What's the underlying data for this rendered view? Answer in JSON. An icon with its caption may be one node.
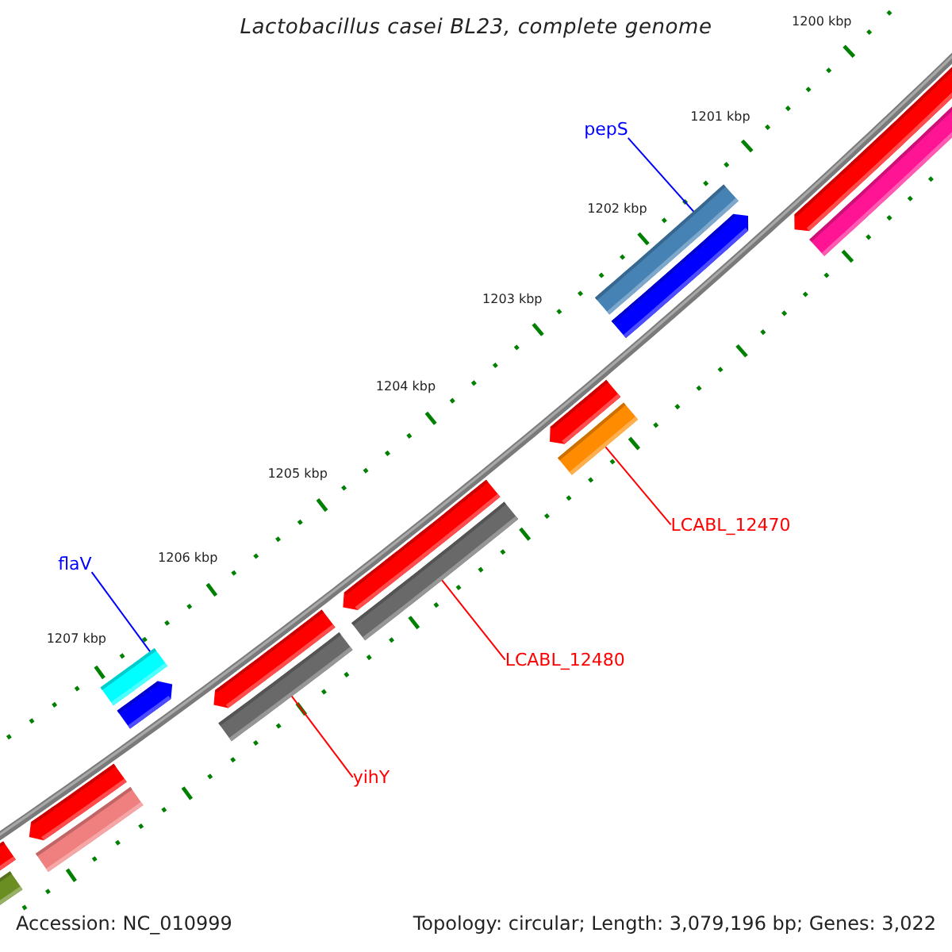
{
  "diagram": {
    "title": "Lactobacillus casei BL23, complete genome",
    "nodes": [
      {
        "text": [],
        "shape": "arrow"
      },
      {
        "text": [],
        "shape": "bar"
      },
      {
        "text": [
          "pepS"
        ]
      },
      {
        "text": [],
        "shape": "bar"
      },
      {
        "text": [],
        "shape": "arrow"
      },
      {
        "text": [],
        "shape": "arrow"
      },
      {
        "text": [],
        "shape": "bar"
      },
      {
        "text": [],
        "shape": "arrow"
      },
      {
        "text": [],
        "shape": "bar"
      },
      {
        "text": [
          "LCABL_12470"
        ]
      },
      {
        "text": [
          "flaV"
        ]
      },
      {
        "text": [],
        "shape": "arrow"
      },
      {
        "text": [],
        "shape": "bar"
      },
      {
        "text": [
          "LCABL_12480"
        ]
      },
      {
        "text": [],
        "shape": "bar"
      },
      {
        "text": [],
        "shape": "arrow"
      },
      {
        "text": [
          "yihY"
        ]
      },
      {
        "text": [],
        "shape": "arrow"
      },
      {
        "text": [],
        "shape": "bar"
      },
      {
        "text": [],
        "shape": "arrow"
      },
      {
        "text": [],
        "shape": "bar"
      }
    ],
    "edges": [
      {
        "from": 2,
        "to": 3,
        "arrow": "none",
        "color": "#0000ff"
      },
      {
        "from": 9,
        "to": 6,
        "arrow": "none"
      },
      {
        "from": 10,
        "to": 14,
        "arrow": "none",
        "color": "#0000ff"
      },
      {
        "from": 13,
        "to": 8,
        "arrow": "none"
      },
      {
        "from": 16,
        "to": 12,
        "arrow": "none"
      }
    ],
    "labels": [
      "1200 kbp",
      "1201 kbp",
      "1202 kbp",
      "1203 kbp",
      "1204 kbp",
      "1205 kbp",
      "1206 kbp",
      "1207 kbp",
      "Accession: NC_010999",
      "Topology: circular; Length: 3,079,196 bp; Genes: 3,022"
    ]
  }
}
